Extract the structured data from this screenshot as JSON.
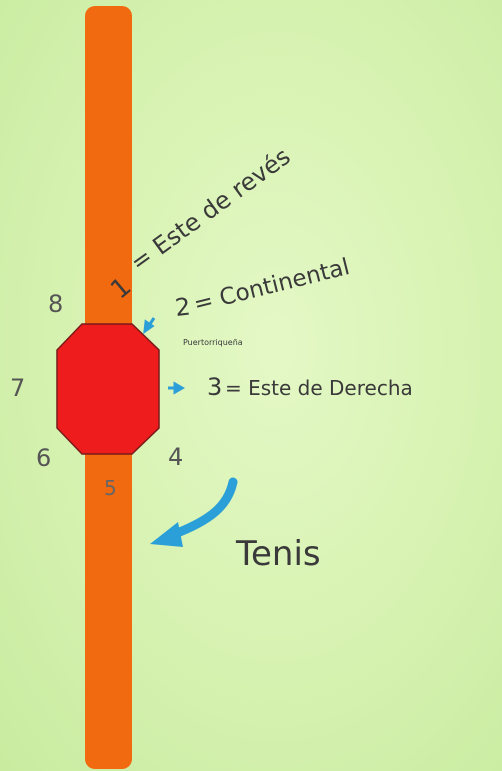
{
  "labels": {
    "bevel_1": "1",
    "grip_1": "= Este de revés",
    "bevel_2": "2",
    "grip_2": "= Continental",
    "grip_2_note": "Puertorriqueña",
    "bevel_3": "3",
    "grip_3": "= Este de Derecha",
    "num_4": "4",
    "num_5": "5",
    "num_6": "6",
    "num_7": "7",
    "num_8": "8",
    "sport": "Tenis"
  },
  "colors": {
    "background": "#d6f2b0",
    "handle": "#f26a0f",
    "octagon": "#ee1c1c",
    "arrow": "#2a9fd8",
    "ink": "#3a3a3a"
  }
}
